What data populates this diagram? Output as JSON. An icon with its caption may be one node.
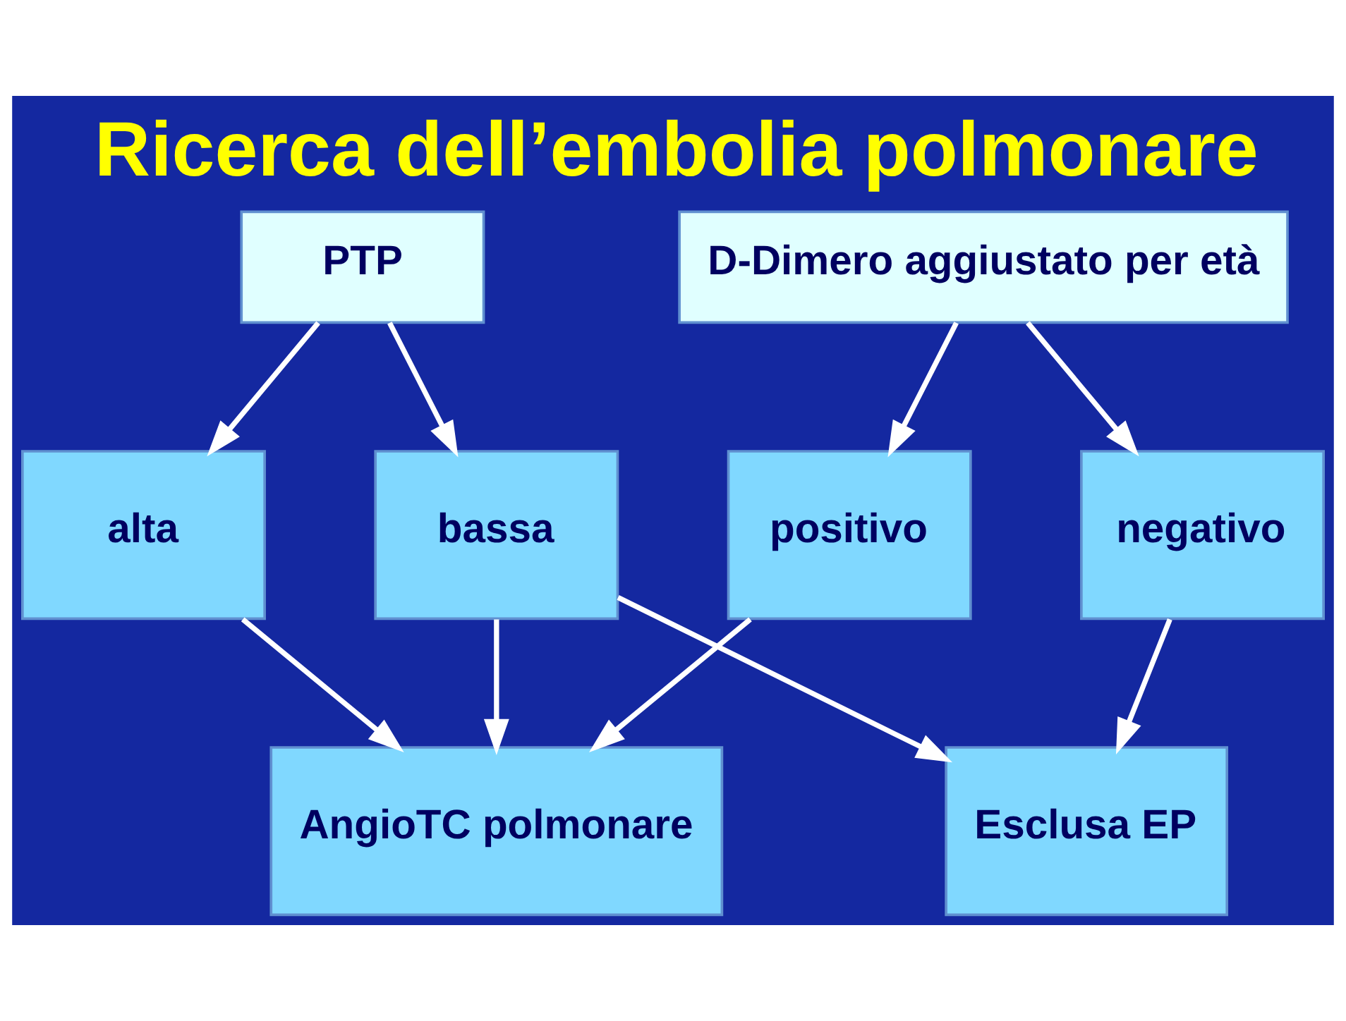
{
  "diagram": {
    "title": "Ricerca dell’embolia polmonare",
    "nodes": [
      {
        "text": [
          "PTP"
        ]
      },
      {
        "text": [
          "D-Dimero aggiustato per età"
        ]
      },
      {
        "text": [
          "alta"
        ]
      },
      {
        "text": [
          "bassa"
        ]
      },
      {
        "text": [
          "negativo"
        ]
      },
      {
        "text": [
          "positivo"
        ]
      },
      {
        "text": [
          "Esclusa EP"
        ]
      },
      {
        "text": [
          "AngioTC polmonare"
        ]
      }
    ],
    "edges": [
      {
        "from": 0,
        "to": 2,
        "arrow": "to"
      },
      {
        "from": 0,
        "to": 3,
        "arrow": "to"
      },
      {
        "from": 1,
        "to": 4,
        "arrow": "to"
      },
      {
        "from": 1,
        "to": 5,
        "arrow": "to"
      },
      {
        "from": 3,
        "to": 6,
        "arrow": "to"
      },
      {
        "from": 4,
        "to": 6,
        "arrow": "to"
      },
      {
        "from": 2,
        "to": 7,
        "arrow": "to"
      },
      {
        "from": 3,
        "to": 7,
        "arrow": "to"
      },
      {
        "from": 5,
        "to": 7,
        "arrow": "to"
      }
    ]
  }
}
